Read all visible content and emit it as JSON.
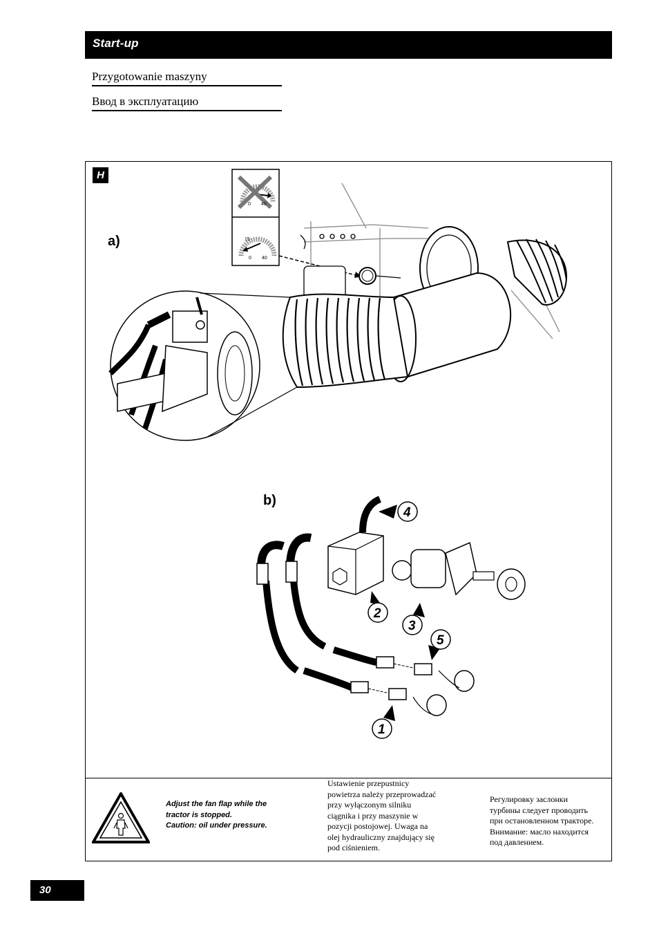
{
  "header": {
    "title": "Start-up"
  },
  "subtitles": [
    "Przygotowanie maszyny",
    "Ввод в эксплуатацию"
  ],
  "figure": {
    "badge": "H",
    "label_a": "a)",
    "label_b": "b)",
    "gauge_top": {
      "left_value": "0",
      "right_value": "40",
      "crossed_out": true
    },
    "gauge_bottom": {
      "mark_value": "15",
      "left_value": "0",
      "right_value": "40"
    },
    "callouts": [
      "1",
      "2",
      "3",
      "4",
      "5"
    ]
  },
  "notes": {
    "en": [
      "Adjust the fan flap while the",
      "tractor is stopped.",
      "Caution: oil under pressure."
    ],
    "pl": [
      "Ustawienie przepustnicy",
      "powietrza należy przeprowadzać",
      "przy wyłączonym silniku",
      "ciągnika i przy maszynie w",
      "pozycji postojowej. Uwaga na",
      "olej hydrauliczny znajdujący się",
      "pod ciśnieniem."
    ],
    "ru": [
      "Регулировку заслонки",
      "турбины следует проводить",
      "при остановленном тракторе.",
      "Внимание: масло находится",
      "под давлением."
    ]
  },
  "page_number": "30"
}
